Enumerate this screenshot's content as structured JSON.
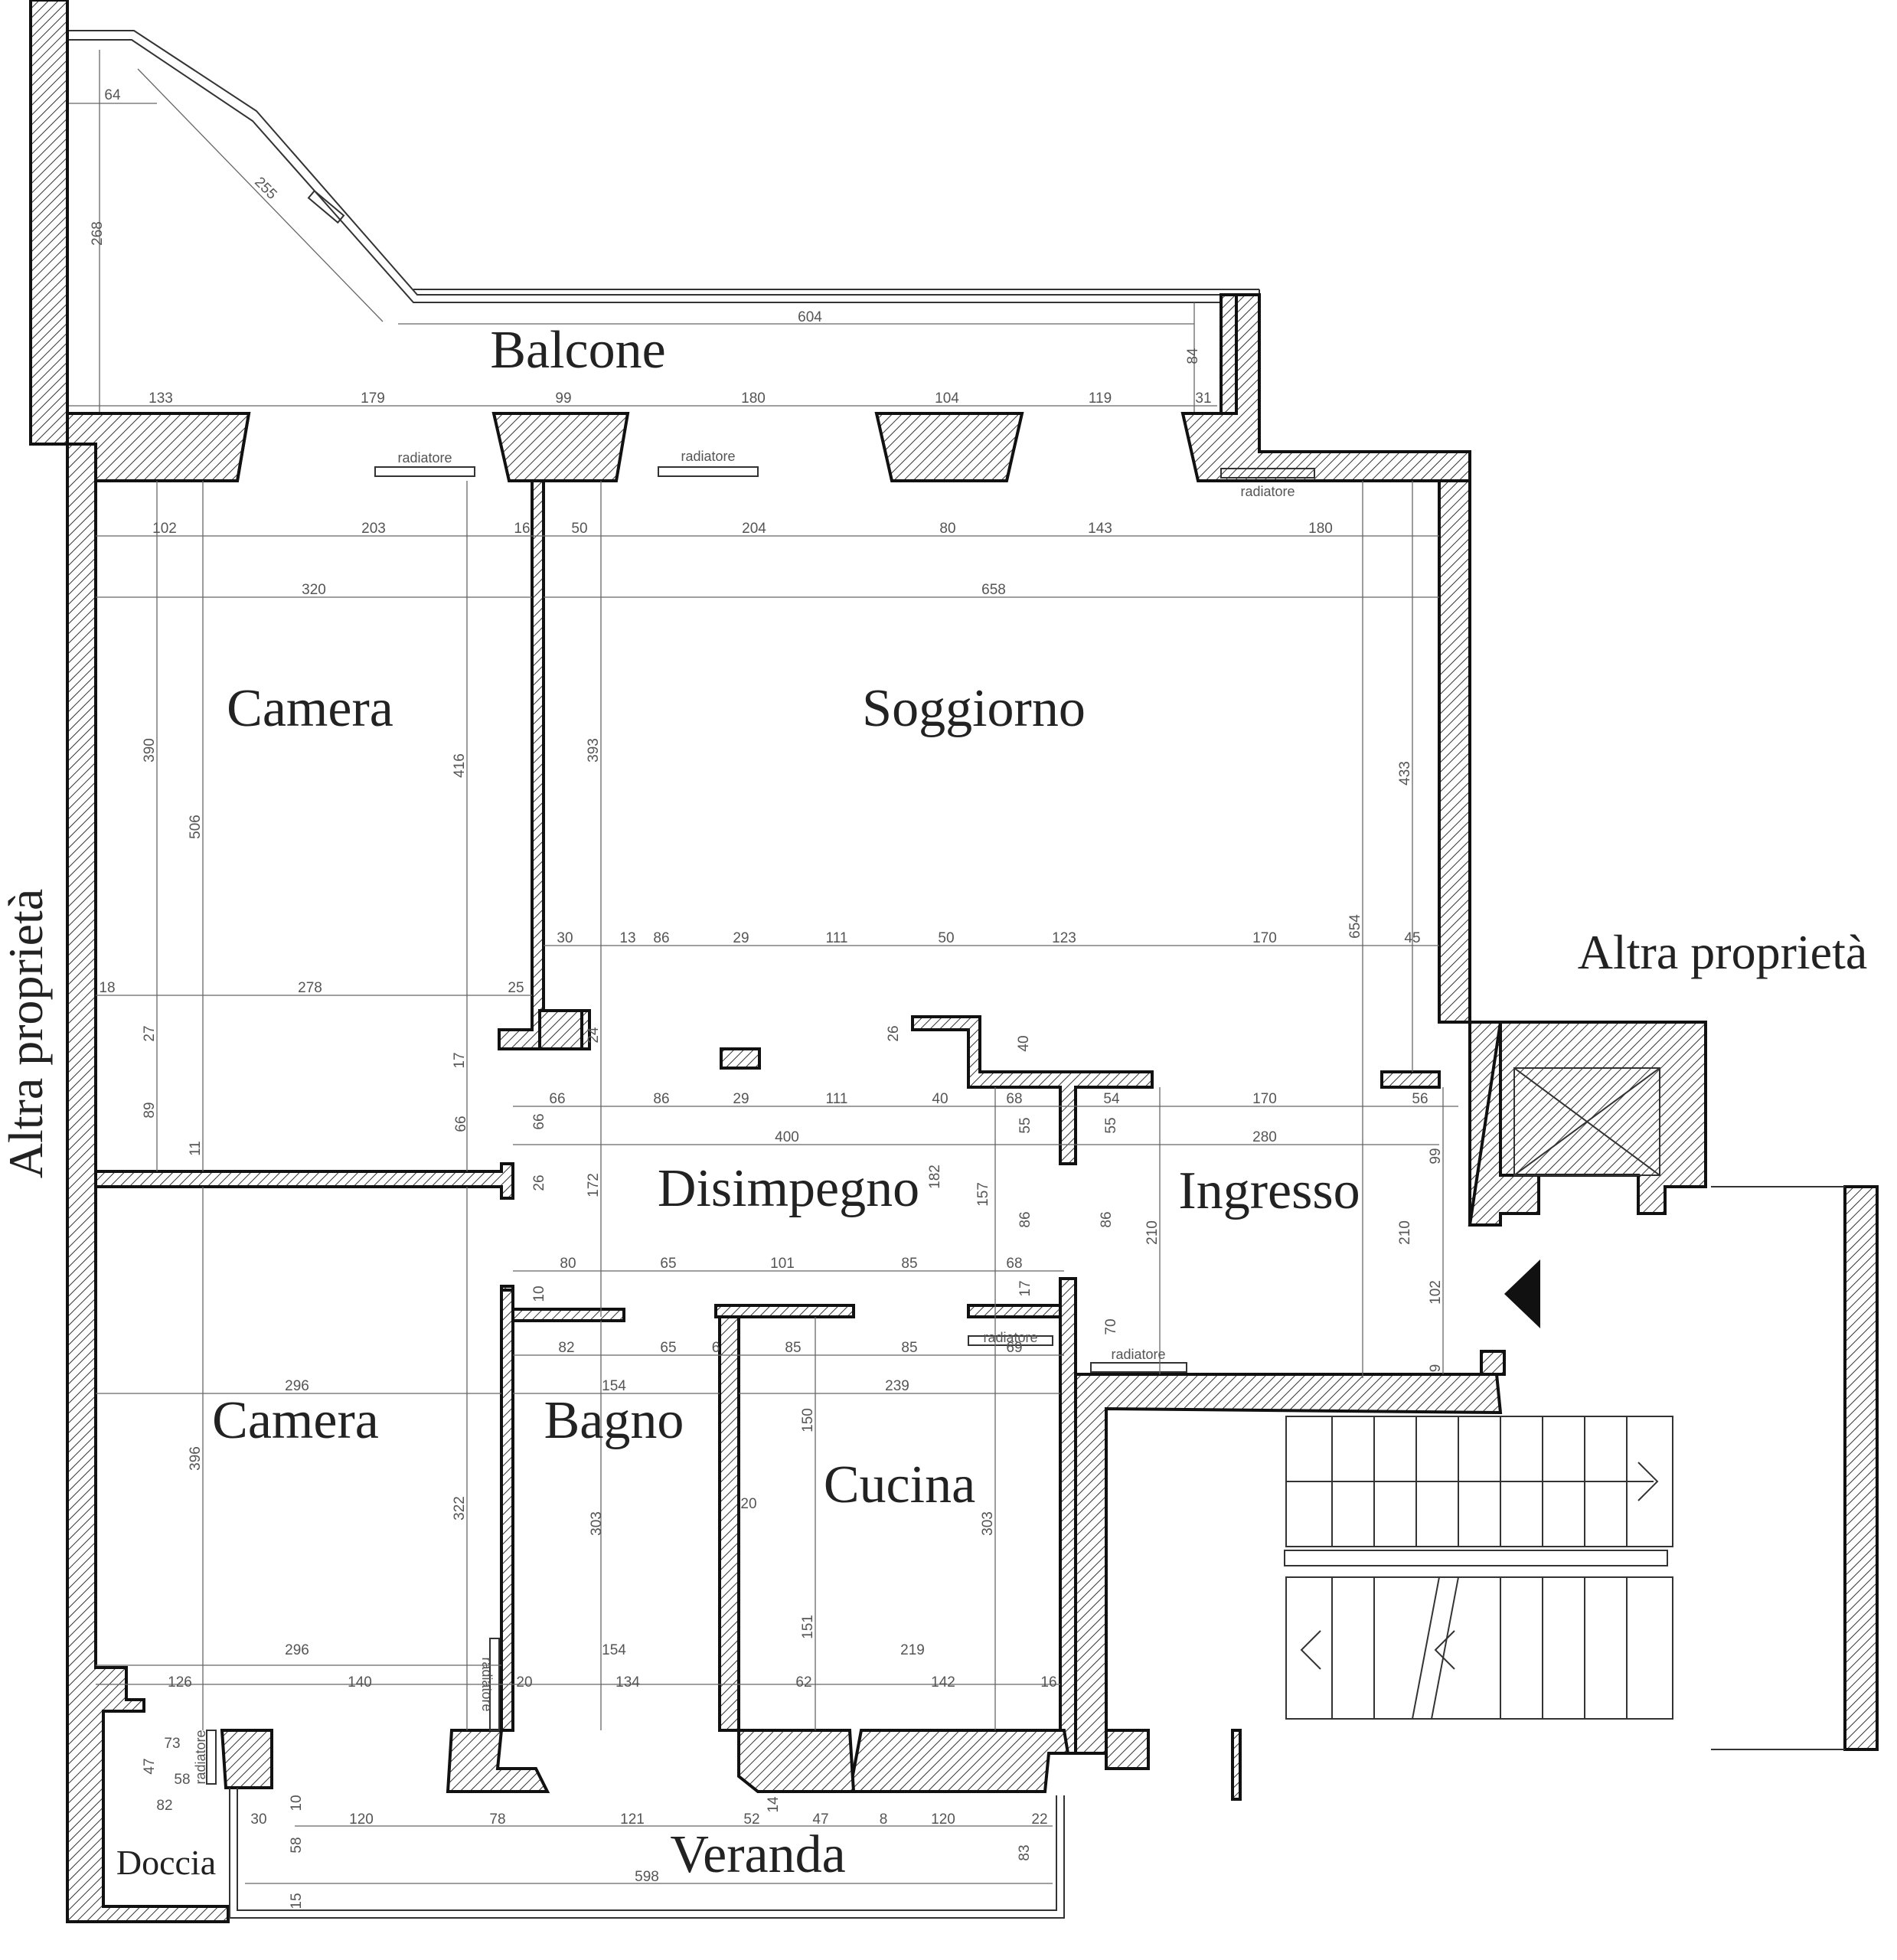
{
  "rooms": {
    "balcone": "Balcone",
    "camera_top": "Camera",
    "soggiorno": "Soggiorno",
    "disimpegno": "Disimpegno",
    "ingresso": "Ingresso",
    "camera_bottom": "Camera",
    "bagno": "Bagno",
    "cucina": "Cucina",
    "veranda": "Veranda",
    "doccia": "Doccia"
  },
  "neighbours": {
    "left": "Altra proprietà",
    "right": "Altra proprietà"
  },
  "radiator_label": "radiatore",
  "dimensions": {
    "balcone": [
      "64",
      "268",
      "255",
      "604",
      "84",
      "133",
      "179",
      "99",
      "180",
      "104",
      "119",
      "31"
    ],
    "row_top": [
      "102",
      "203",
      "16",
      "50",
      "204",
      "80",
      "143",
      "180"
    ],
    "row_rooms": [
      "320",
      "658"
    ],
    "camera_top_v": [
      "390",
      "506",
      "416"
    ],
    "soggiorno_v": [
      "393",
      "433",
      "654"
    ],
    "row_mid": [
      "30",
      "13",
      "86",
      "29",
      "111",
      "50",
      "123",
      "170",
      "45"
    ],
    "row_camera": [
      "18",
      "278",
      "25"
    ],
    "camera_small_v": [
      "27",
      "89",
      "17",
      "11"
    ],
    "disimpegno_top": [
      "66",
      "86",
      "29",
      "111",
      "40",
      "68",
      "54",
      "170",
      "56"
    ],
    "disimpegno_v": [
      "26",
      "24",
      "40",
      "66",
      "66",
      "55",
      "55"
    ],
    "disimpegno_row": [
      "400",
      "280"
    ],
    "disimpegno_v2": [
      "26",
      "172",
      "182",
      "157",
      "86",
      "86",
      "210",
      "210",
      "99",
      "102",
      "9"
    ],
    "disimpegno_row2": [
      "80",
      "65",
      "101",
      "85",
      "68"
    ],
    "bagno_cucina_top": [
      "82",
      "65",
      "6",
      "85",
      "85",
      "69",
      "10",
      "17",
      "70"
    ],
    "camera_bottom": [
      "296",
      "396",
      "322",
      "296"
    ],
    "bagno": [
      "154",
      "303",
      "154",
      "134",
      "20"
    ],
    "cucina": [
      "239",
      "150",
      "303",
      "151",
      "20",
      "219",
      "62",
      "142",
      "16"
    ],
    "camera_bottom_row": [
      "126",
      "140"
    ],
    "doccia": [
      "73",
      "47",
      "58",
      "82",
      "10"
    ],
    "veranda": [
      "30",
      "120",
      "78",
      "121",
      "52",
      "14",
      "47",
      "8",
      "120",
      "22",
      "58",
      "83",
      "598",
      "15"
    ]
  }
}
